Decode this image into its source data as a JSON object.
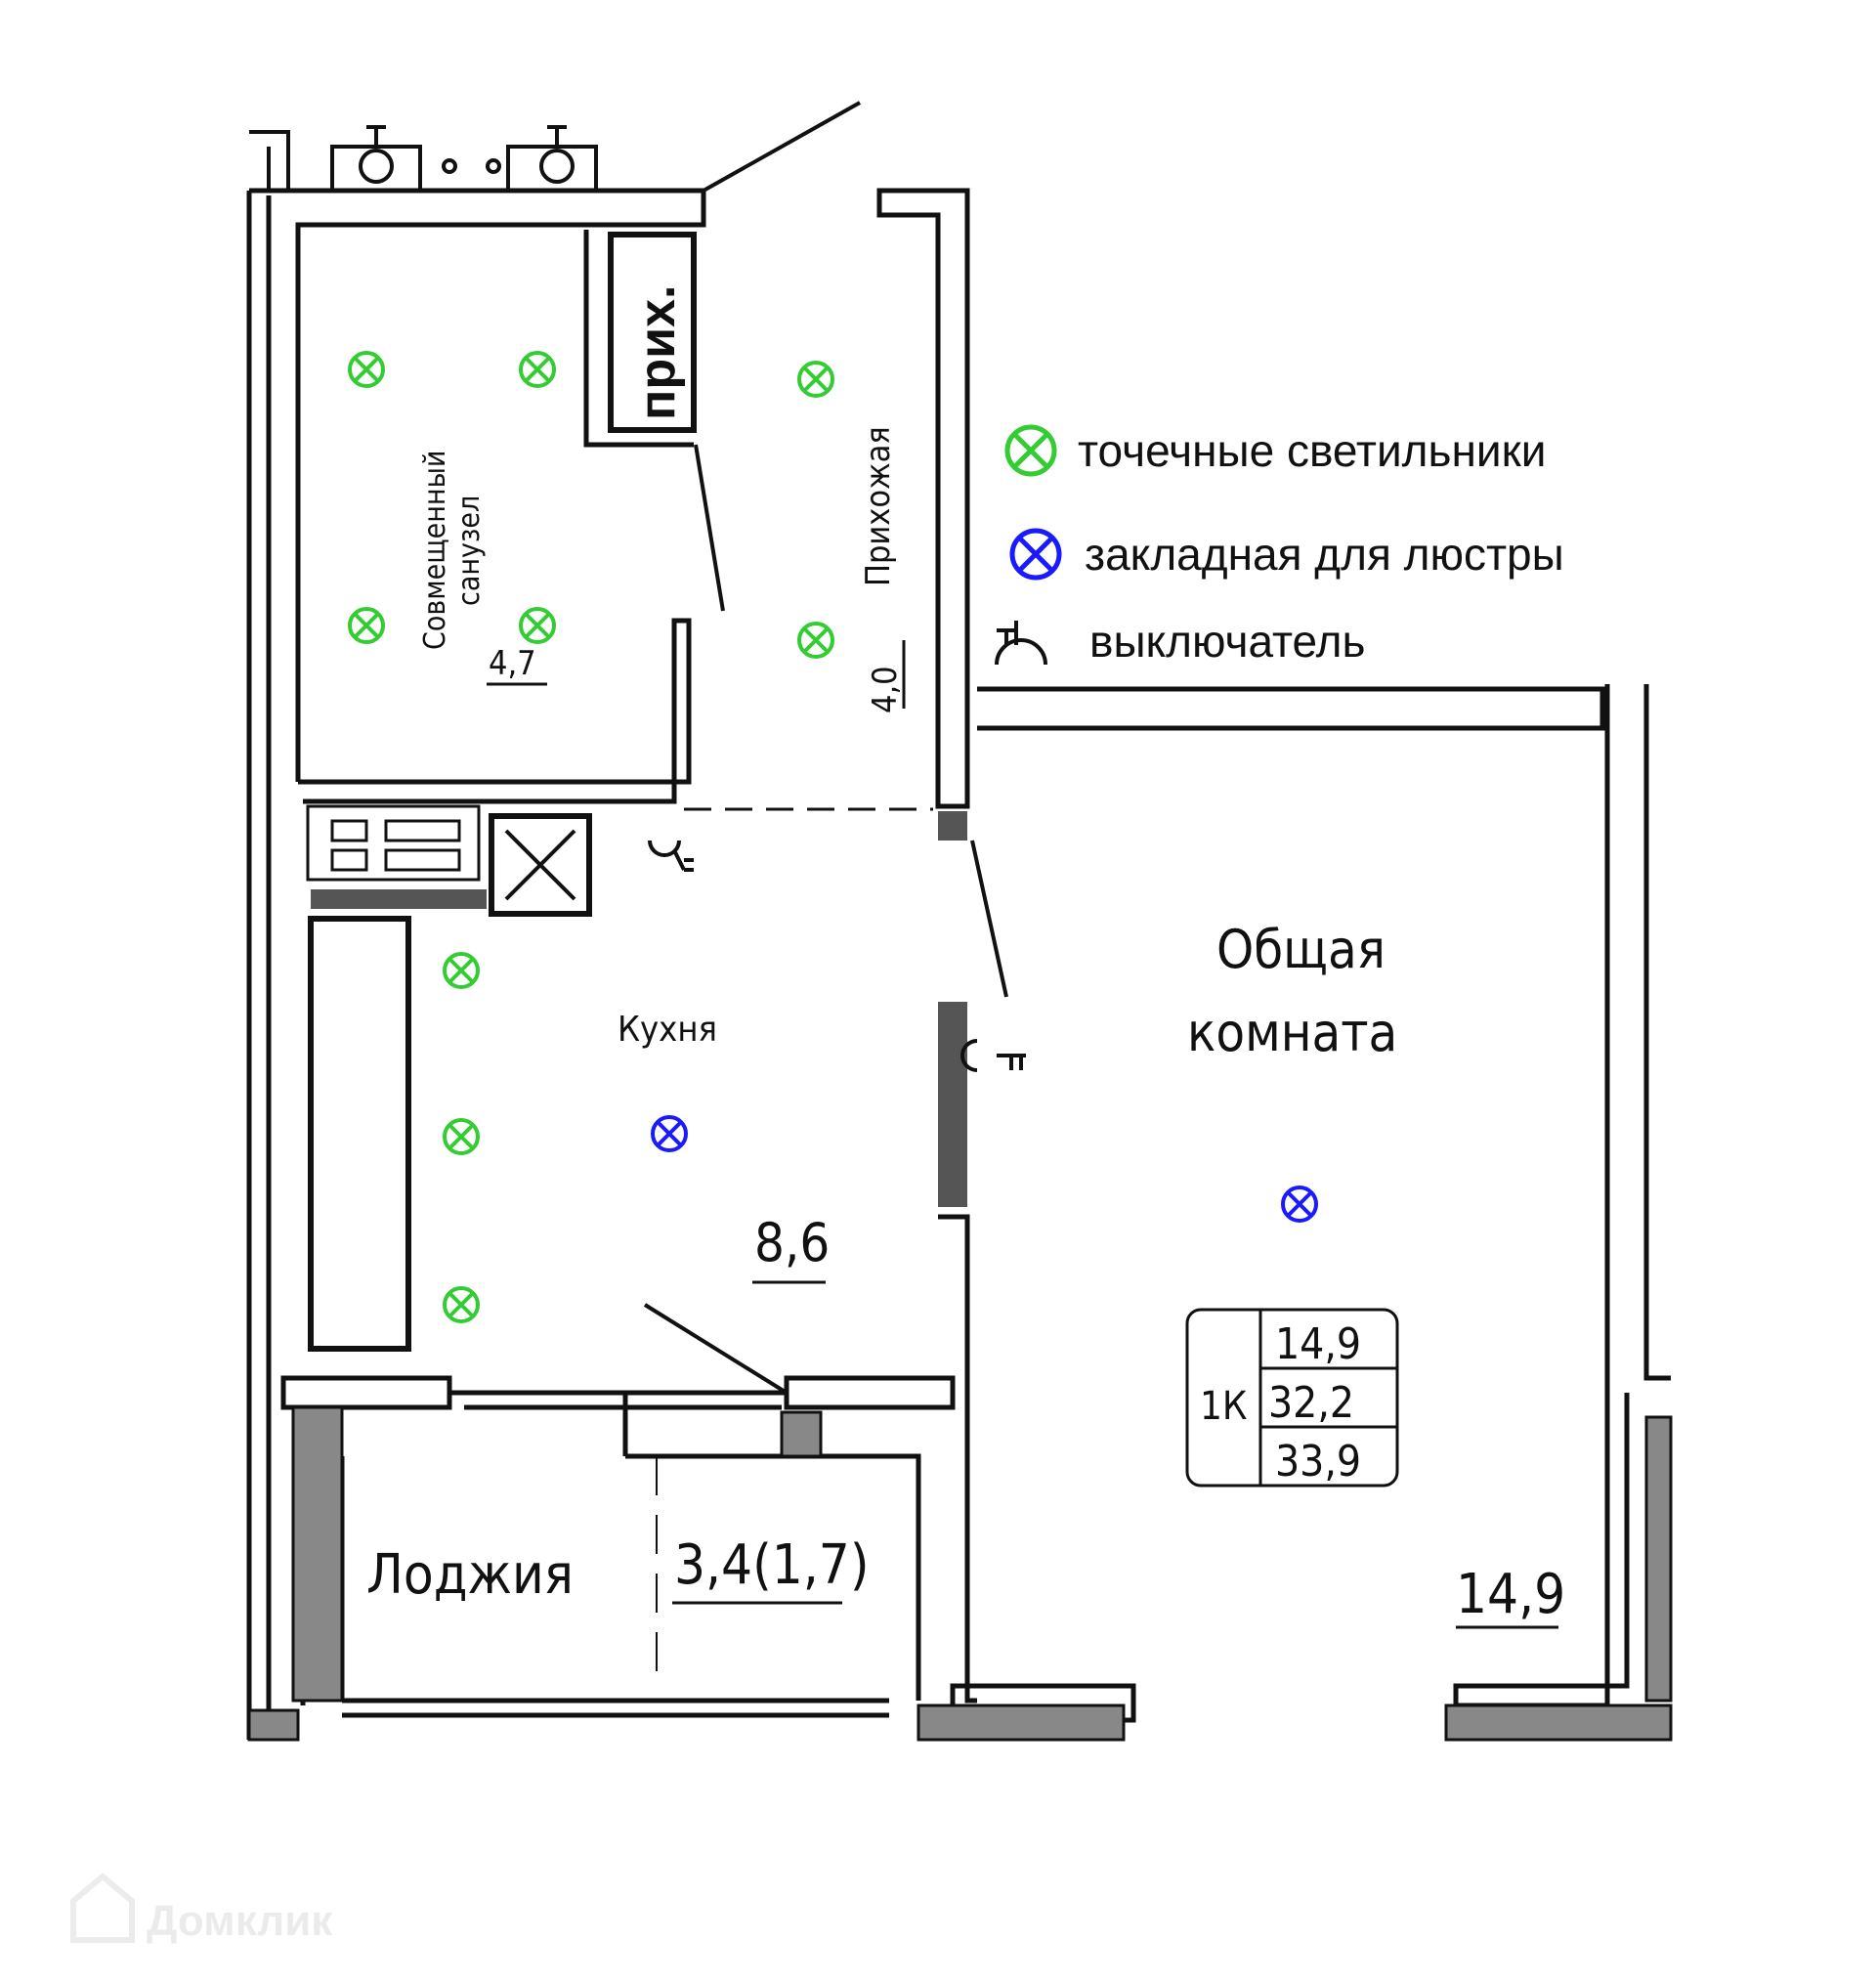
{
  "rooms": {
    "bathroom": {
      "name_line1": "Совмещенный",
      "name_line2": "санузел",
      "area": "4,7"
    },
    "hallway": {
      "name": "Прихожая",
      "area": "4,0"
    },
    "closet": {
      "label": "прих."
    },
    "kitchen": {
      "name": "Кухня",
      "area": "8,6"
    },
    "living": {
      "name_line1": "Общая",
      "name_line2": "комната",
      "area": "14,9"
    },
    "loggia": {
      "name": "Лоджия",
      "area": "3,4(1,7)"
    }
  },
  "apartment_summary": {
    "type": "1К",
    "living_area": "14,9",
    "total_area": "32,2",
    "area_with_loggia": "33,9"
  },
  "legend": {
    "spot_lights": "точечные светильники",
    "chandelier_mount": "закладная для люстры",
    "switch": "выключатель"
  },
  "watermark": "Домклик",
  "colors": {
    "spot_light": "#33cc33",
    "chandelier": "#1a1aff",
    "wall": "#111111",
    "opening_fill": "#555555"
  }
}
